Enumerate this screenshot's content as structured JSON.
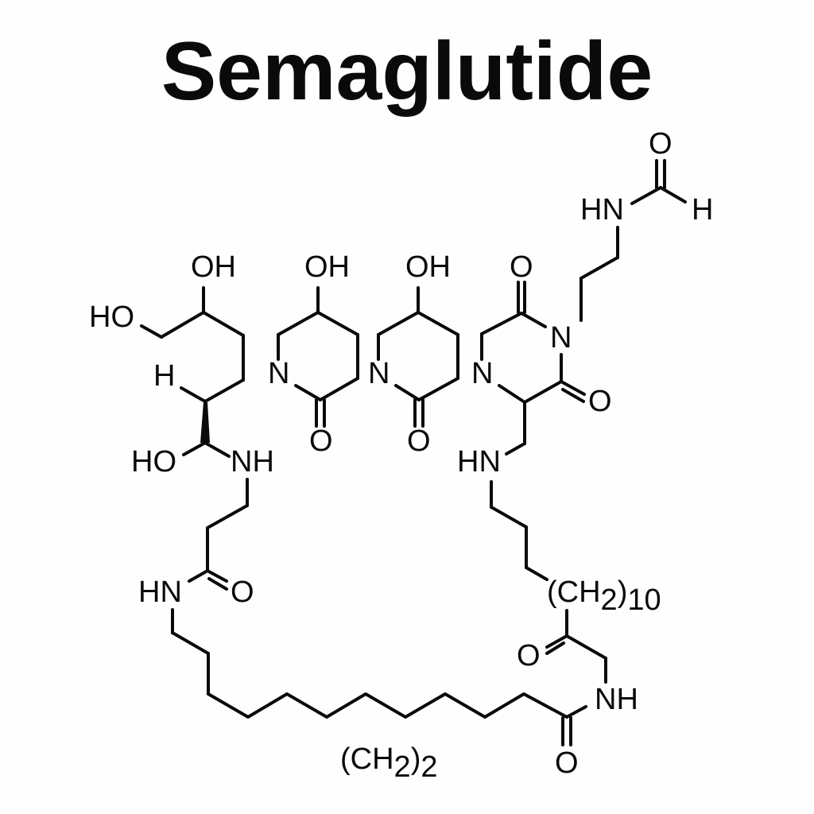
{
  "title": "Semaglutide",
  "diagram": {
    "type": "chemical-structure",
    "labels": {
      "ho_top_left": "HO",
      "oh_fragment1_top": "OH",
      "h_stereo": "H",
      "ho_stereo": "HO",
      "nh_left": "NH",
      "oh_ring1": "OH",
      "n_ring1": "N",
      "o_ring1": "O",
      "oh_ring2": "OH",
      "n_ring2": "N",
      "o_ring2": "O",
      "o_dkp_top": "O",
      "n_dkp_right": "N",
      "n_dkp_left": "N",
      "o_dkp_right": "O",
      "hn_formyl": "HN",
      "o_formyl": "O",
      "h_formyl": "H",
      "hn_right_chain": "HN",
      "ch2_10": "(CH",
      "ch2_10_sub_2": "2",
      "ch2_10_close": ")",
      "ch2_10_sub_n": "10",
      "o_right_carbonyl": "O",
      "nh_right": "NH",
      "o_bottom_carbonyl": "O",
      "hn_left_amide": "HN",
      "o_left_amide": "O",
      "ch2_2": "(CH",
      "ch2_2_sub_2": "2",
      "ch2_2_close": ")",
      "ch2_2_sub_n": "2"
    },
    "fragments": [
      "diol side chain with stereocenter (HO/H wedge)",
      "4-hydroxy-piperidin-2-one ring 1",
      "4-hydroxy-piperidin-2-one ring 2",
      "diketopiperazine ring with N-propyl formamide",
      "long alkyl linker (CH2)10",
      "long alkyl linker (CH2)2",
      "amide linkages"
    ]
  }
}
